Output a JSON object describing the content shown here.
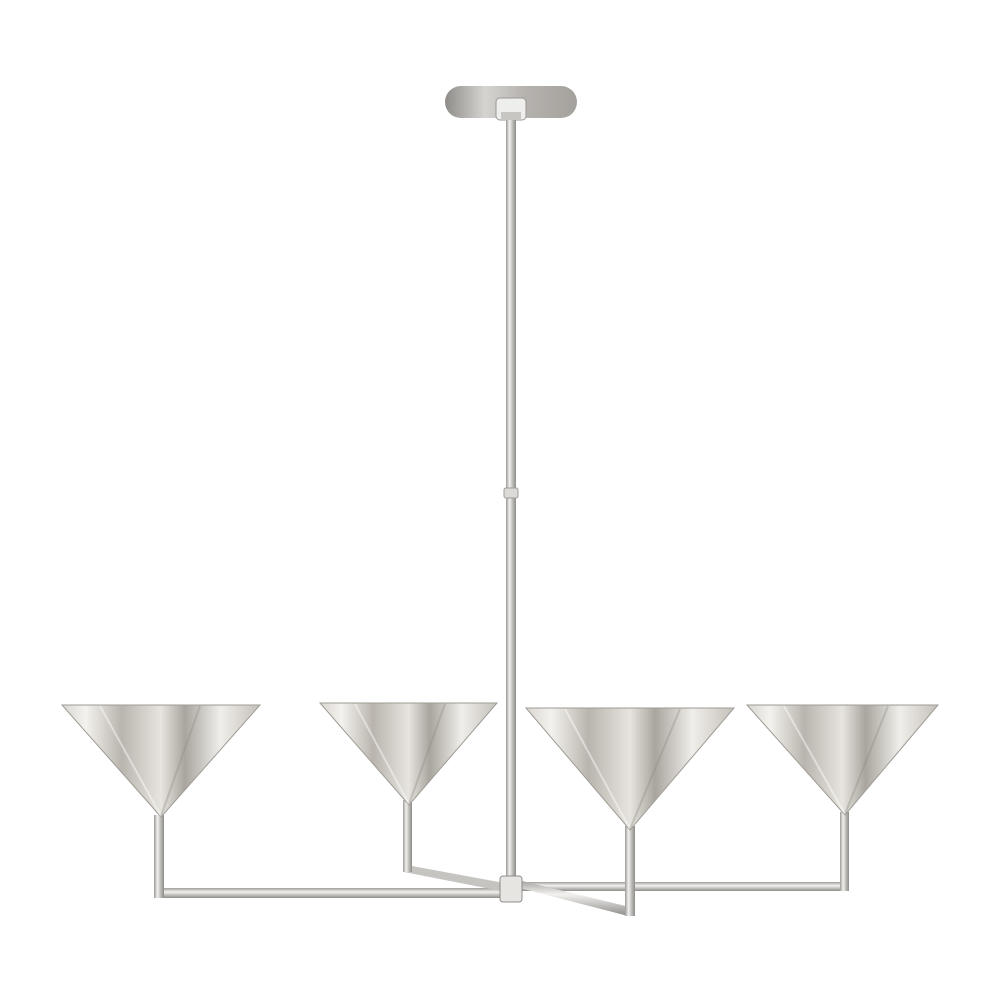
{
  "image": {
    "subject": "chandelier",
    "background_color": "#ffffff"
  },
  "fixture": {
    "finish": "polished nickel",
    "canopy_color": "#b9b7b4",
    "rod_color": "#c9c8c6",
    "shade_light": "#f1efeb",
    "shade_mid": "#cfcbc5",
    "shade_dark": "#a7a39d",
    "shade_count": 4
  }
}
